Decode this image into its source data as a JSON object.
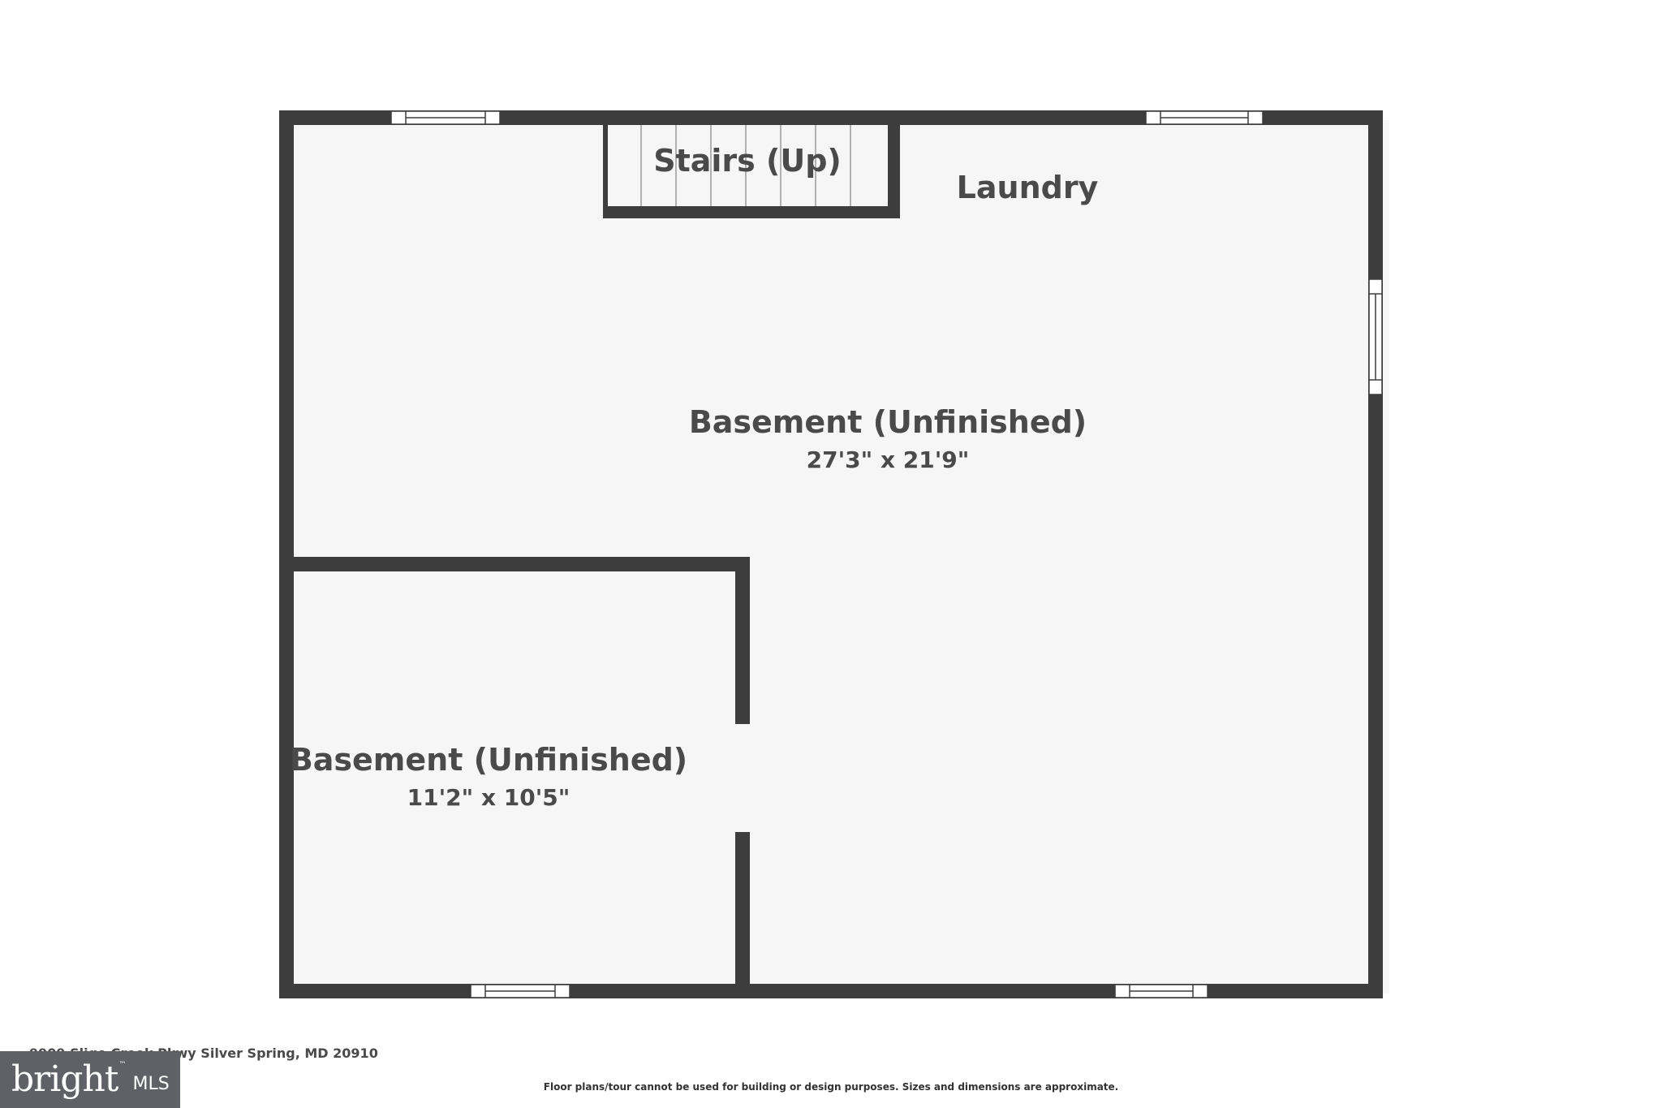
{
  "rooms": {
    "stairs": {
      "name": "Stairs (Up)"
    },
    "laundry": {
      "name": "Laundry"
    },
    "basement_main": {
      "name": "Basement (Unfinished)",
      "dims": "27'3\" x 21'9\""
    },
    "basement_small": {
      "name": "Basement (Unfinished)",
      "dims": "11'2\" x 10'5\""
    }
  },
  "footer": {
    "address": "9909 Sligo Creek Pkwy Silver Spring, MD 20910",
    "disclaimer": "Floor plans/tour cannot be used for building or design purposes. Sizes and dimensions are approximate."
  },
  "logo": {
    "brand": "bright",
    "suffix": "MLS",
    "trademark": "™"
  },
  "colors": {
    "wall": "#3d3d3d",
    "floor": "#f6f6f6",
    "text": "#4a4a4a",
    "logo_bg": "#5f6166"
  }
}
